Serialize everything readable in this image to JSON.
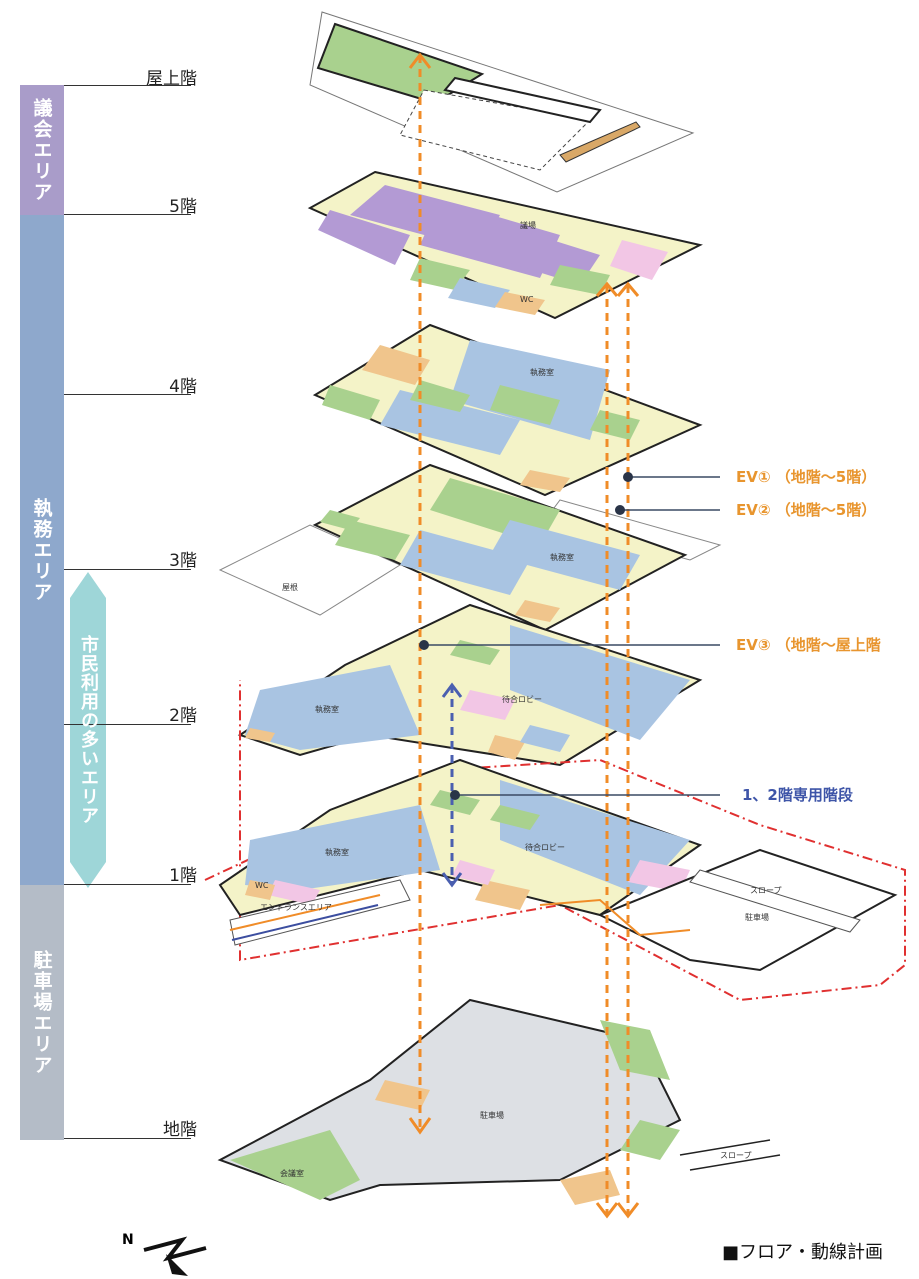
{
  "areas": {
    "gikai": "議会エリア",
    "shitsumu": "執務エリア",
    "shimin": "市民利用の多いエリア",
    "chusha": "駐車場エリア"
  },
  "floors": {
    "roof": "屋上階",
    "f5": "5階",
    "f4": "4階",
    "f3": "3階",
    "f2": "2階",
    "f1": "1階",
    "b1": "地階"
  },
  "callouts": {
    "ev1": "EV① （地階～5階）",
    "ev2": "EV② （地階～5階）",
    "ev3": "EV③ （地階～屋上階",
    "stairs": "1、2階専用階段"
  },
  "room_labels": {
    "wc": "WC",
    "shitsumushitsu": "執務室",
    "kaigishitsu": "会議室",
    "gijo": "議場",
    "lobby": "待合ロビー",
    "chushajo": "駐車場",
    "okujou": "屋根",
    "entrance": "エントランスエリア",
    "slope": "スロープ"
  },
  "north": "N",
  "caption": "■フロア・動線計画"
}
